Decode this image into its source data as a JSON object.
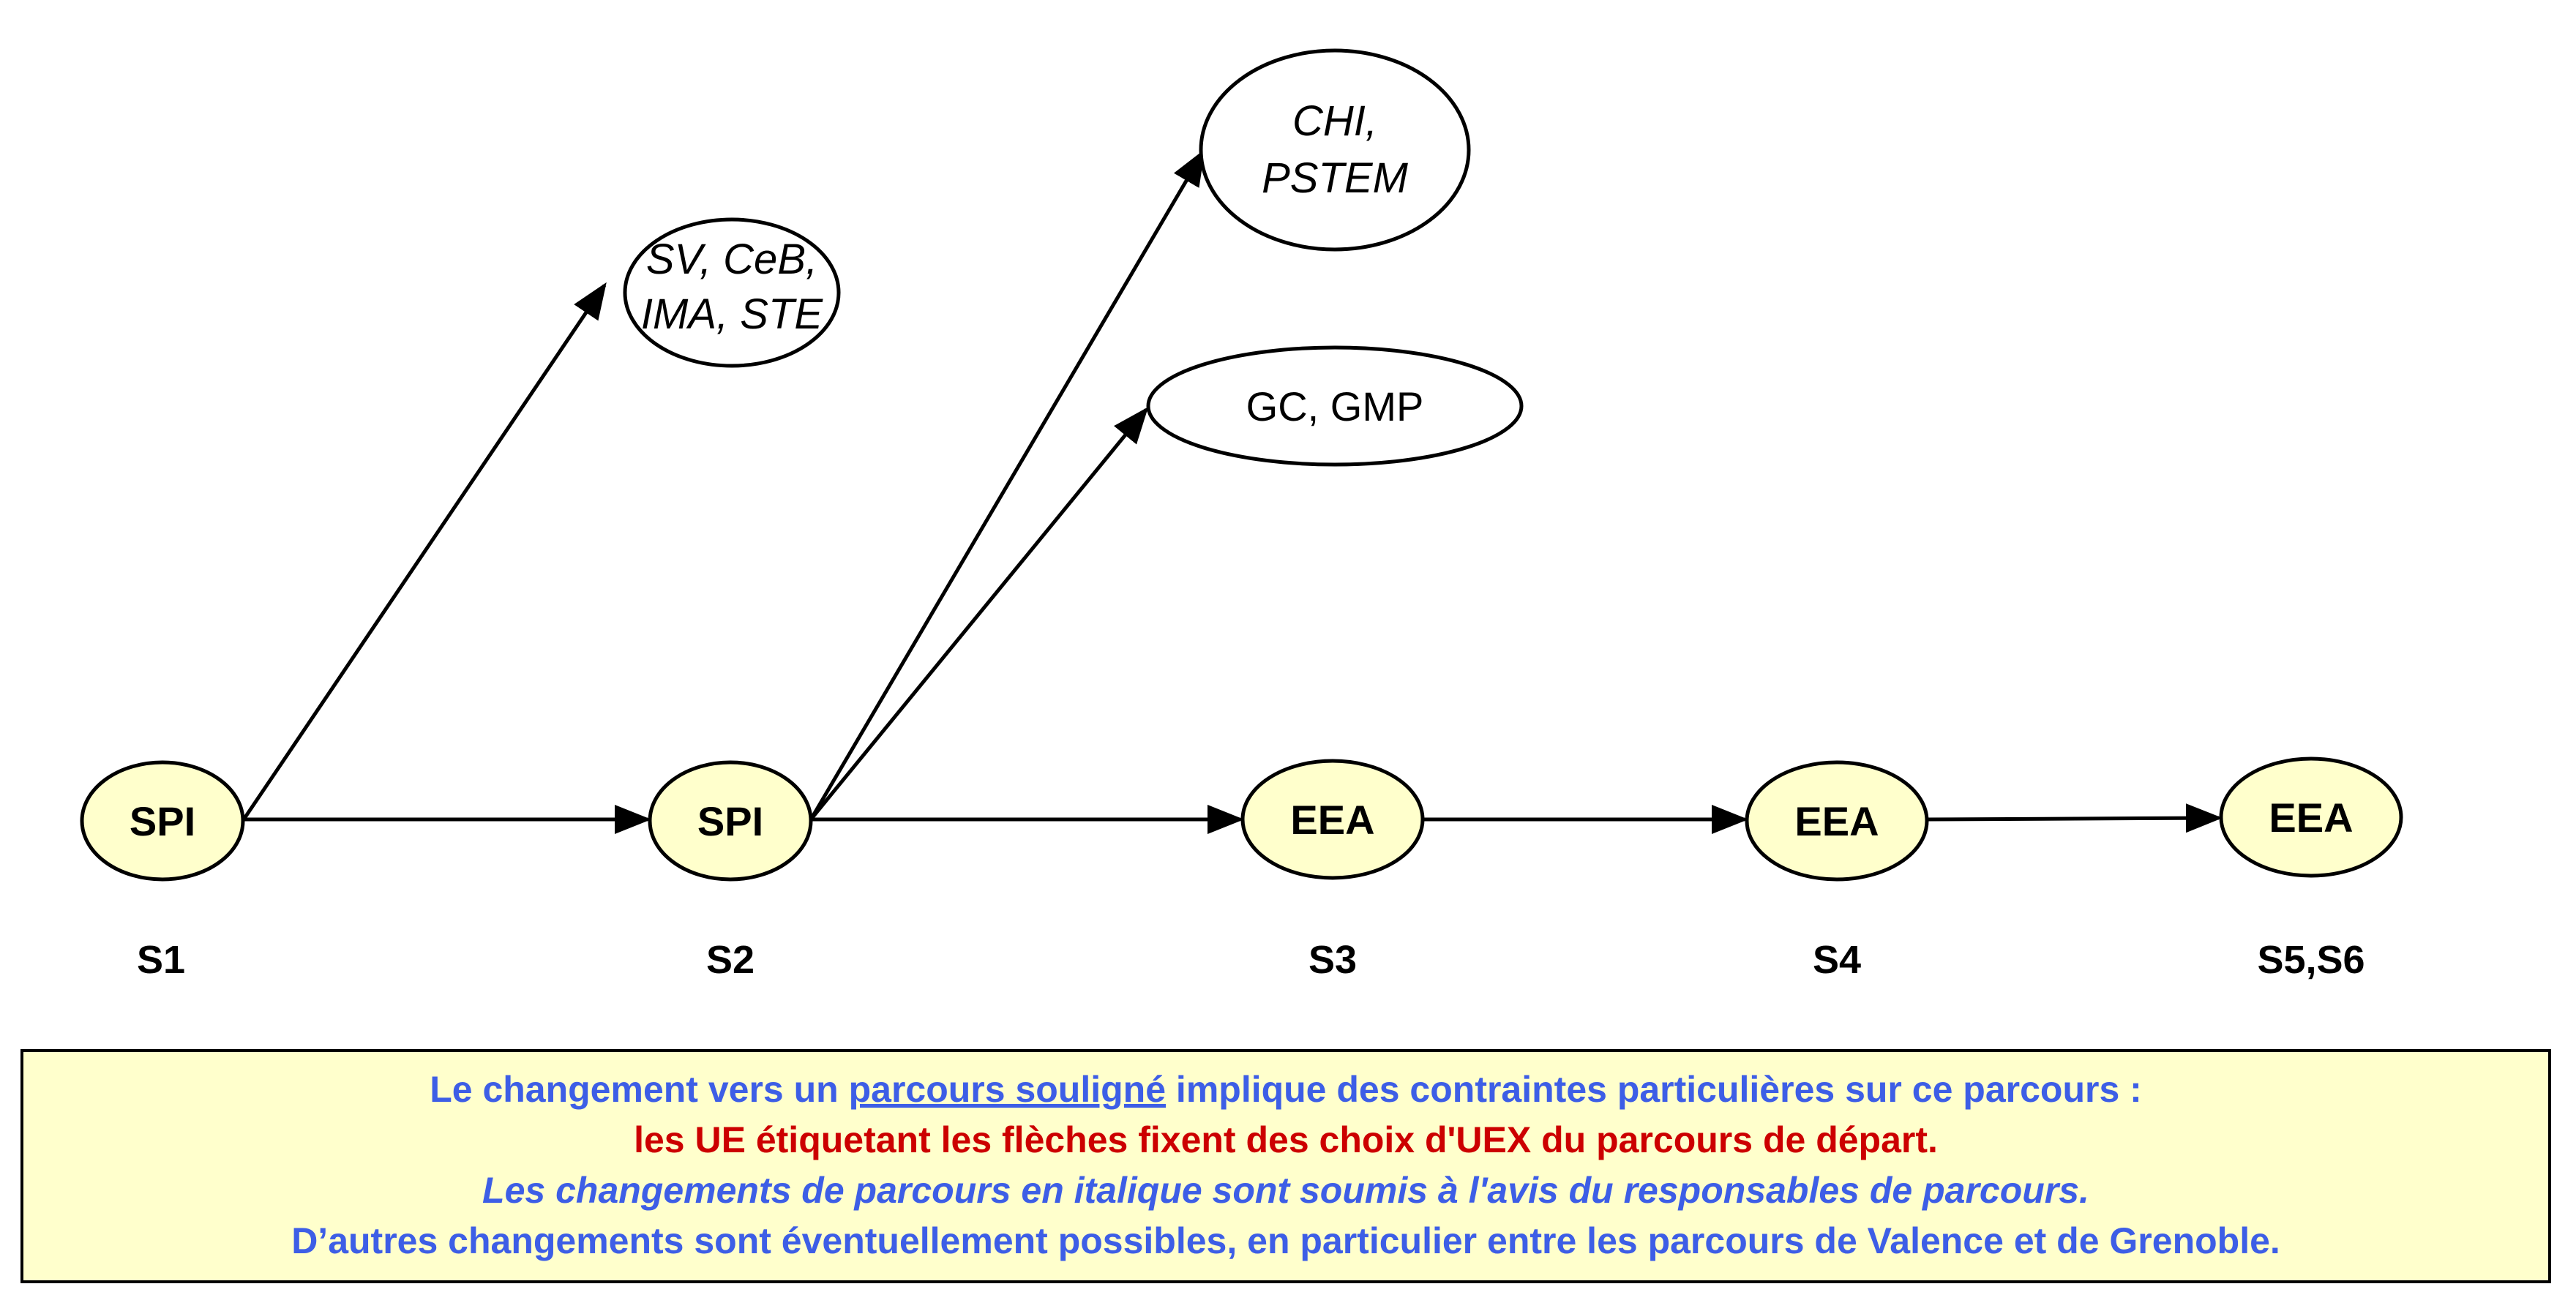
{
  "diagram": {
    "nodes": {
      "spi_s1": {
        "lines": [
          "SPI"
        ]
      },
      "spi_s2": {
        "lines": [
          "SPI"
        ]
      },
      "eea_s3": {
        "lines": [
          "EEA"
        ]
      },
      "eea_s4": {
        "lines": [
          "EEA"
        ]
      },
      "eea_s5s6": {
        "lines": [
          "EEA"
        ]
      },
      "sv_group": {
        "lines": [
          "SV, CeB,",
          "IMA, STE"
        ]
      },
      "chi_group": {
        "lines": [
          "CHI,",
          "PSTEM"
        ]
      },
      "gc_group": {
        "lines": [
          "GC, GMP"
        ]
      }
    },
    "edges": [
      {
        "from": "spi_s1",
        "to": "spi_s2"
      },
      {
        "from": "spi_s1",
        "to": "sv_group"
      },
      {
        "from": "spi_s2",
        "to": "eea_s3"
      },
      {
        "from": "spi_s2",
        "to": "chi_group"
      },
      {
        "from": "spi_s2",
        "to": "gc_group"
      },
      {
        "from": "eea_s3",
        "to": "eea_s4"
      },
      {
        "from": "eea_s4",
        "to": "eea_s5s6"
      }
    ],
    "semesters": {
      "s1": "S1",
      "s2": "S2",
      "s3": "S3",
      "s4": "S4",
      "s5s6": "S5,S6"
    },
    "colors": {
      "main_node_fill": "#ffffcc",
      "other_node_fill": "#ffffff",
      "stroke": "#000000"
    }
  },
  "legend": {
    "line1_prefix": "Le changement vers un ",
    "line1_underlined": "parcours souligné",
    "line1_suffix": " implique des contraintes particulières sur ce parcours :",
    "line2": "les UE étiquetant les flèches fixent des choix d'UEX du parcours de départ.",
    "line3": "Les changements de parcours en italique sont soumis à l'avis du responsables de parcours.",
    "line4": "D’autres changements sont éventuellement possibles, en particulier entre les parcours de Valence et de Grenoble.",
    "colors": {
      "blue": "#3d5ee6",
      "red": "#cc0000",
      "background": "#ffffcc"
    }
  }
}
